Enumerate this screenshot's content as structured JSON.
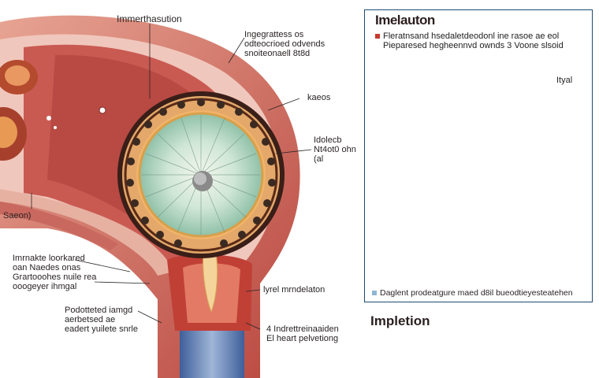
{
  "left_labels": {
    "top": "Immerthasution",
    "upper_right": [
      "Ingegrattess os",
      "odteocrioed odvends",
      "snoiteonaell 8t8d"
    ],
    "kaeos": "kaeos",
    "right_mid": [
      "Idolecb",
      "Nt4ot0 ohn",
      "(al"
    ],
    "saeon": "Saeon)",
    "left_block": [
      "Imrnakte loorkared",
      "oan Naedes onas",
      "Grartooohes nuile rea",
      "ooogeyer ihmgal"
    ],
    "lower_left": [
      "Podotteted iamgd",
      "aerbetsed ae",
      "eadert yuilete snrle"
    ],
    "lyrel": "lyrel mrndelaton",
    "lower_right": [
      "4 Indrettreinaaiden",
      "El heart pelvetiong"
    ]
  },
  "inset": {
    "title": "Imelauton",
    "subtitle_1": "Fleratnsand hsedaletdeodonl ine rasoe ae eol",
    "subtitle_2": "Pieparesed hegheennvd ownds 3 Voone slsoid",
    "tag": "Ityal",
    "legend": "Daglent prodeatgure maed d8il bueodtieyesteatehen"
  },
  "bottom_title": "Impletion",
  "colors": {
    "tissue": "#c9645c",
    "tissue_light": "#e9b5a8",
    "pink": "#f2d0c6",
    "embryo_green": "#b7d9c6",
    "yellow_ring": "#e8c46c",
    "inset_red": "#c9281e",
    "inset_blue": "#8ec4dc",
    "tube_blue": "#6f86b8",
    "legend_red": "#c43a2c",
    "legend_blue": "#8fb6d4"
  }
}
